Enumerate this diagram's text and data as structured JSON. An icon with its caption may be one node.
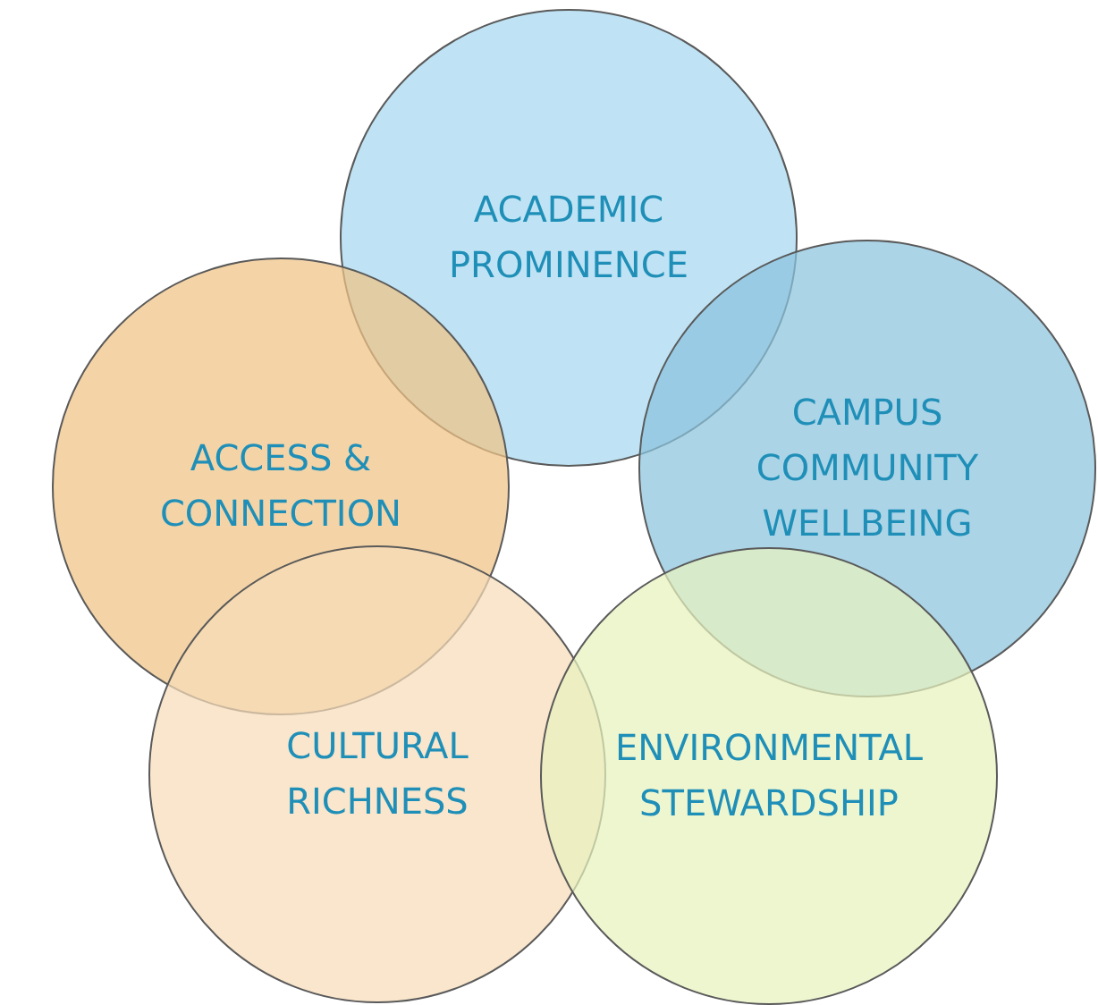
{
  "diagram": {
    "nodes": [
      {
        "text": [
          "ACADEMIC PROMINENCE"
        ]
      },
      {
        "text": [
          "CAMPUS COMMUNITY WELLBEING"
        ]
      },
      {
        "text": [
          "ACCESS & CONNECTION"
        ]
      },
      {
        "text": [
          "CULTURAL RICHNESS"
        ]
      },
      {
        "text": [
          "ENVIRONMENTAL STEWARDSHIP"
        ]
      }
    ]
  }
}
